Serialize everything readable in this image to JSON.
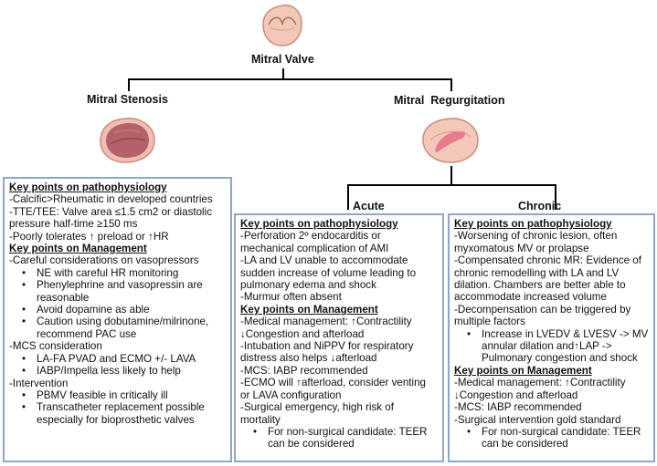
{
  "root": {
    "title": "Mitral Valve"
  },
  "stenosis": {
    "title": "Mitral Stenosis",
    "lines": [
      {
        "t": "h",
        "v": "Key points on pathophysiology"
      },
      {
        "t": "p",
        "v": "-Calcific>Rheumatic in developed countries"
      },
      {
        "t": "p",
        "v": "-TTE/TEE: Valve area ≤1.5 cm2 or diastolic"
      },
      {
        "t": "p",
        "v": "pressure half-time ≥150 ms"
      },
      {
        "t": "p",
        "v": "-Poorly tolerates ↑ preload or ↑HR"
      },
      {
        "t": "h",
        "v": "Key points on Management"
      },
      {
        "t": "p",
        "v": "-Careful considerations on vasopressors"
      },
      {
        "t": "b",
        "v": "NE with careful HR monitoring"
      },
      {
        "t": "b",
        "v": "Phenylephrine and vasopressin are"
      },
      {
        "t": "c",
        "v": "reasonable"
      },
      {
        "t": "b",
        "v": "Avoid dopamine as able"
      },
      {
        "t": "b",
        "v": "Caution using dobutamine/milrinone,"
      },
      {
        "t": "c",
        "v": "recommend PAC use"
      },
      {
        "t": "p",
        "v": "-MCS consideration"
      },
      {
        "t": "b",
        "v": "LA-FA PVAD and ECMO +/- LAVA"
      },
      {
        "t": "b",
        "v": "IABP/Impella less likely to help"
      },
      {
        "t": "p",
        "v": "-Intervention"
      },
      {
        "t": "b",
        "v": "PBMV feasible in critically ill"
      },
      {
        "t": "b",
        "v": "Transcatheter replacement possible"
      },
      {
        "t": "c",
        "v": "especially for bioprosthetic valves"
      }
    ]
  },
  "regurgitation": {
    "title": "Mitral  Regurgitation"
  },
  "acute": {
    "title": "Acute",
    "lines": [
      {
        "t": "h",
        "v": "Key points on pathophysiology"
      },
      {
        "t": "p",
        "v": "-Perforation 2º endocarditis or"
      },
      {
        "t": "p",
        "v": "mechanical complication of AMI"
      },
      {
        "t": "p",
        "v": "-LA and LV unable to accommodate"
      },
      {
        "t": "p",
        "v": "sudden increase of volume leading to"
      },
      {
        "t": "p",
        "v": "pulmonary edema and shock"
      },
      {
        "t": "p",
        "v": "-Murmur often absent"
      },
      {
        "t": "h",
        "v": "Key points on Management"
      },
      {
        "t": "p",
        "v": "-Medical management: ↑Contractility"
      },
      {
        "t": "p",
        "v": "↓Congestion and afterload"
      },
      {
        "t": "p",
        "v": "-Intubation and NiPPV for respiratory"
      },
      {
        "t": "p",
        "v": "distress also helps ↓afterload"
      },
      {
        "t": "p",
        "v": "-MCS: IABP recommended"
      },
      {
        "t": "p",
        "v": "-ECMO will ↑afterload, consider venting"
      },
      {
        "t": "p",
        "v": "or LAVA configuration"
      },
      {
        "t": "p",
        "v": "-Surgical emergency, high risk of"
      },
      {
        "t": "p",
        "v": "mortality"
      },
      {
        "t": "b",
        "v": "For non-surgical candidate: TEER"
      },
      {
        "t": "c",
        "v": "can be considered"
      }
    ]
  },
  "chronic": {
    "title": "Chronic",
    "lines": [
      {
        "t": "h",
        "v": "Key points on pathophysiology"
      },
      {
        "t": "p",
        "v": "-Worsening of chronic lesion, often"
      },
      {
        "t": "p",
        "v": "myxomatous MV or prolapse"
      },
      {
        "t": "p",
        "v": "-Compensated chronic MR: Evidence of"
      },
      {
        "t": "p",
        "v": "chronic remodelling with LA and LV"
      },
      {
        "t": "p",
        "v": "dilation. Chambers are better able to"
      },
      {
        "t": "p",
        "v": "accommodate increased volume"
      },
      {
        "t": "p",
        "v": "-Decompensation can be triggered by"
      },
      {
        "t": "p",
        "v": "multiple factors"
      },
      {
        "t": "b",
        "v": "Increase in LVEDV & LVESV -> MV"
      },
      {
        "t": "c",
        "v": "annular dilation and↑LAP ->"
      },
      {
        "t": "c",
        "v": "Pulmonary congestion and shock"
      },
      {
        "t": "h",
        "v": "Key points on Management"
      },
      {
        "t": "p",
        "v": "-Medical management: ↑Contractility"
      },
      {
        "t": "p",
        "v": "↓Congestion and afterload"
      },
      {
        "t": "p",
        "v": "-MCS: IABP recommended"
      },
      {
        "t": "p",
        "v": "-Surgical intervention gold standard"
      },
      {
        "t": "b",
        "v": "For non-surgical candidate: TEER"
      },
      {
        "t": "c",
        "v": "can be considered"
      }
    ]
  },
  "colors": {
    "panel_border": "#8fa6c8",
    "valve_fill": "#f4c4b0",
    "stenosis_fill": "#b5616a",
    "regurg_jet": "#e87a8c"
  },
  "icons": [
    "mitral-valve-icon",
    "stenotic-valve-icon",
    "regurgitant-valve-icon"
  ]
}
